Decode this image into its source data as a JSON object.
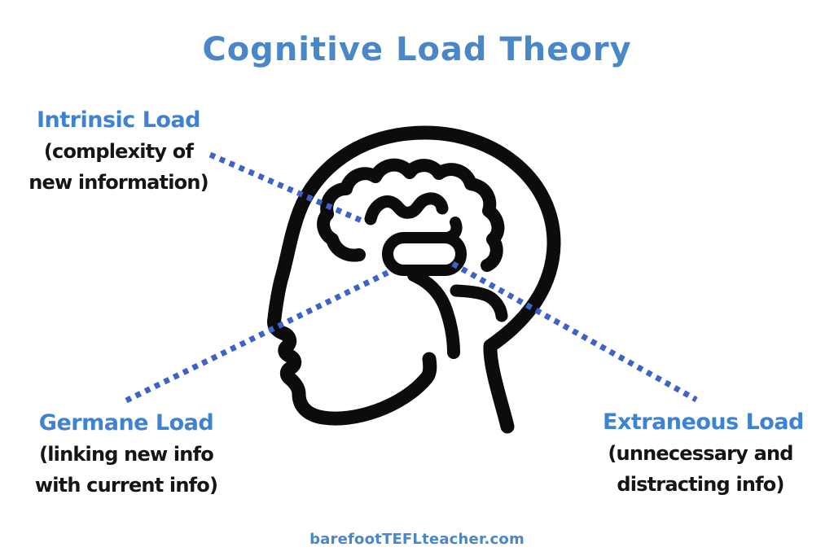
{
  "title": "Cognitive Load Theory",
  "labels": {
    "intrinsic": {
      "name": "Intrinsic Load",
      "desc_line1": "(complexity of",
      "desc_line2": "new information)"
    },
    "germane": {
      "name": "Germane Load",
      "desc_line1": "(linking new info",
      "desc_line2": "with current info)"
    },
    "extraneous": {
      "name": "Extraneous Load",
      "desc_line1": "(unnecessary and",
      "desc_line2": "distracting info)"
    }
  },
  "footer": {
    "url": "barefootTEFLteacher.com"
  },
  "icons": {
    "center_icon": "head-with-brain-icon"
  },
  "colors": {
    "title_blue": "#4a87c8",
    "label_blue": "#3d83d1",
    "connector_blue": "#3e63c4",
    "text_black": "#151515",
    "icon_black": "#0c0c0c",
    "background": "#ffffff"
  }
}
